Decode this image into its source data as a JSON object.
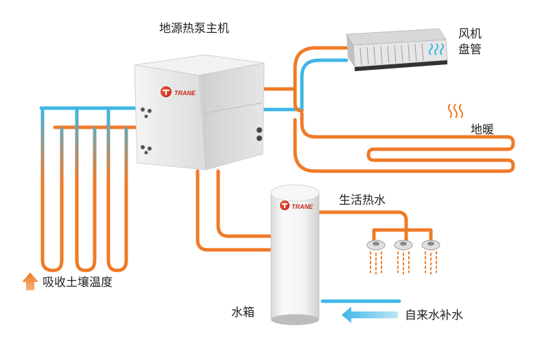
{
  "labels": {
    "main_unit": "地源热泵主机",
    "fan_coil_line1": "风机",
    "fan_coil_line2": "盘管",
    "floor_heating": "地暖",
    "domestic_hot_water": "生活热水",
    "soil_temp": "吸收土壤温度",
    "water_tank": "水箱",
    "tap_water": "自来水补水"
  },
  "brand": "TRANE",
  "colors": {
    "hot_pipe": "#f07a26",
    "cold_pipe": "#3fb6e6",
    "unit_body": "#e9e9e9",
    "tank_body": "#f3f3f3",
    "brand_red": "#d9381e",
    "arrow_up": "#f07a26",
    "arrow_left": "#3fb6e6"
  },
  "icons": {
    "heat_waves": "wavy-lines-icon",
    "shower_heads": "shower-icon",
    "up_arrow": "up-arrow-icon",
    "left_arrow": "left-arrow-icon"
  }
}
